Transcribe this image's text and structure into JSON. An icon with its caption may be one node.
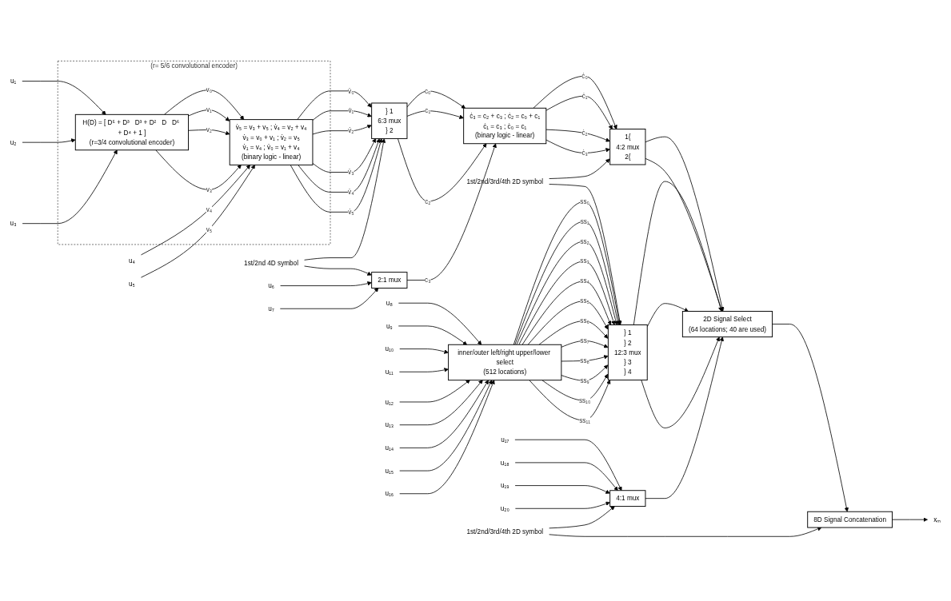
{
  "diagram": {
    "nodes": [
      {
        "text": [
          "(r= 5/6 convolutional encoder)"
        ]
      },
      {
        "text": [
          "H(D) = [ D⁵ + D³   D³ + D²   D   D⁶ + D⁴ + 1 ]",
          "(r=3/4 convolutional encoder)"
        ],
        "in": 0
      },
      {
        "text": [
          "v̇₅ = v₃ + v₅ ; v̇₄ = v₂ + v₄",
          "v̇₃ = v₀ + v₁ ; v̇₂ = v₅",
          "v̇₁ = v₄ ; v̇₀ = v₁ + v₄",
          "(binary logic - linear)"
        ],
        "in": 0
      },
      {
        "text": [
          "u₁"
        ]
      },
      {
        "text": [
          "u₂"
        ]
      },
      {
        "text": [
          "u₃"
        ]
      },
      {
        "text": [
          "u₄"
        ]
      },
      {
        "text": [
          "u₅"
        ]
      },
      {
        "text": [
          "} 1",
          "6:3 mux",
          "} 2"
        ]
      },
      {
        "text": [
          "1st/2nd 4D symbol"
        ]
      },
      {
        "text": [
          "2:1 mux"
        ]
      },
      {
        "text": [
          "u₆"
        ]
      },
      {
        "text": [
          "u₇"
        ]
      },
      {
        "text": [
          "ċ₃ = c₂ + c₃ ; ċ₂ = c₀ + c₁",
          "ċ₁ = c₃ ; ċ₀ = c₁",
          "(binary logic - linear)"
        ]
      },
      {
        "text": [
          "1{",
          "4:2 mux",
          "2{"
        ]
      },
      {
        "text": [
          "1st/2nd/3rd/4th 2D symbol"
        ]
      },
      {
        "text": [
          "inner/outer left/right upper/lower select",
          "(512 locations)"
        ]
      },
      {
        "text": [
          "u₈"
        ]
      },
      {
        "text": [
          "u₉"
        ]
      },
      {
        "text": [
          "u₁₀"
        ]
      },
      {
        "text": [
          "u₁₁"
        ]
      },
      {
        "text": [
          "u₁₂"
        ]
      },
      {
        "text": [
          "u₁₃"
        ]
      },
      {
        "text": [
          "u₁₄"
        ]
      },
      {
        "text": [
          "u₁₅"
        ]
      },
      {
        "text": [
          "u₁₆"
        ]
      },
      {
        "text": [
          "} 1",
          "} 2",
          "12:3 mux",
          "} 3",
          "} 4"
        ]
      },
      {
        "text": [
          "2D Signal Select",
          "(64 locations; 40 are used)"
        ]
      },
      {
        "text": [
          "4:1 mux"
        ]
      },
      {
        "text": [
          "u₁₇"
        ]
      },
      {
        "text": [
          "u₁₈"
        ]
      },
      {
        "text": [
          "u₁₉"
        ]
      },
      {
        "text": [
          "u₂₀"
        ]
      },
      {
        "text": [
          "1st/2nd/3rd/4th 2D symbol"
        ]
      },
      {
        "text": [
          "8D Signal Concatenation"
        ]
      },
      {
        "text": [
          "xₘ"
        ]
      }
    ],
    "edges": [
      {
        "from": 3,
        "to": 1,
        "arrow": "to"
      },
      {
        "from": 4,
        "to": 1,
        "arrow": "to"
      },
      {
        "from": 5,
        "to": 1,
        "arrow": "to"
      },
      {
        "from": 1,
        "to": 2,
        "label": "v₀",
        "arrow": "to"
      },
      {
        "from": 1,
        "to": 2,
        "label": "v₁",
        "arrow": "to"
      },
      {
        "from": 1,
        "to": 2,
        "label": "v₂",
        "arrow": "to"
      },
      {
        "from": 1,
        "to": 2,
        "label": "v₃",
        "arrow": "to"
      },
      {
        "from": 6,
        "to": 2,
        "label": "v₄",
        "arrow": "to"
      },
      {
        "from": 7,
        "to": 2,
        "label": "v₅",
        "arrow": "to"
      },
      {
        "from": 2,
        "to": 8,
        "label": "v̇₀",
        "arrow": "to"
      },
      {
        "from": 2,
        "to": 8,
        "label": "v̇₁",
        "arrow": "to"
      },
      {
        "from": 2,
        "to": 8,
        "label": "v̇₂",
        "arrow": "to"
      },
      {
        "from": 2,
        "to": 8,
        "label": "v̇₃",
        "arrow": "to"
      },
      {
        "from": 2,
        "to": 8,
        "label": "v̇₄",
        "arrow": "to"
      },
      {
        "from": 2,
        "to": 8,
        "label": "v̇₅",
        "arrow": "to"
      },
      {
        "from": 9,
        "to": 8,
        "arrow": "to"
      },
      {
        "from": 9,
        "to": 10,
        "arrow": "to"
      },
      {
        "from": 11,
        "to": 10,
        "arrow": "to"
      },
      {
        "from": 12,
        "to": 10,
        "arrow": "to"
      },
      {
        "from": 8,
        "to": 13,
        "label": "c₀",
        "arrow": "to"
      },
      {
        "from": 8,
        "to": 13,
        "label": "c₁",
        "arrow": "to"
      },
      {
        "from": 8,
        "to": 13,
        "label": "c₂",
        "arrow": "to"
      },
      {
        "from": 10,
        "to": 13,
        "label": "c₃",
        "arrow": "to"
      },
      {
        "from": 13,
        "to": 14,
        "label": "ċ₀",
        "arrow": "to"
      },
      {
        "from": 13,
        "to": 14,
        "label": "ċ₁",
        "arrow": "to"
      },
      {
        "from": 13,
        "to": 14,
        "label": "ċ₂",
        "arrow": "to"
      },
      {
        "from": 13,
        "to": 14,
        "label": "ċ₃",
        "arrow": "to"
      },
      {
        "from": 15,
        "to": 14,
        "arrow": "to"
      },
      {
        "from": 15,
        "to": 26,
        "arrow": "to"
      },
      {
        "from": 17,
        "to": 16,
        "arrow": "to"
      },
      {
        "from": 18,
        "to": 16,
        "arrow": "to"
      },
      {
        "from": 19,
        "to": 16,
        "arrow": "to"
      },
      {
        "from": 20,
        "to": 16,
        "arrow": "to"
      },
      {
        "from": 21,
        "to": 16,
        "arrow": "to"
      },
      {
        "from": 22,
        "to": 16,
        "arrow": "to"
      },
      {
        "from": 23,
        "to": 16,
        "arrow": "to"
      },
      {
        "from": 24,
        "to": 16,
        "arrow": "to"
      },
      {
        "from": 25,
        "to": 16,
        "arrow": "to"
      },
      {
        "from": 16,
        "to": 26,
        "label": "ss₀",
        "arrow": "to"
      },
      {
        "from": 16,
        "to": 26,
        "label": "ss₁",
        "arrow": "to"
      },
      {
        "from": 16,
        "to": 26,
        "label": "ss₂",
        "arrow": "to"
      },
      {
        "from": 16,
        "to": 26,
        "label": "ss₃",
        "arrow": "to"
      },
      {
        "from": 16,
        "to": 26,
        "label": "ss₄",
        "arrow": "to"
      },
      {
        "from": 16,
        "to": 26,
        "label": "ss₅",
        "arrow": "to"
      },
      {
        "from": 16,
        "to": 26,
        "label": "ss₆",
        "arrow": "to"
      },
      {
        "from": 16,
        "to": 26,
        "label": "ss₇",
        "arrow": "to"
      },
      {
        "from": 16,
        "to": 26,
        "label": "ss₈",
        "arrow": "to"
      },
      {
        "from": 16,
        "to": 26,
        "label": "ss₉",
        "arrow": "to"
      },
      {
        "from": 16,
        "to": 26,
        "label": "ss₁₀",
        "arrow": "to"
      },
      {
        "from": 16,
        "to": 26,
        "label": "ss₁₁",
        "arrow": "to"
      },
      {
        "from": 26,
        "to": 27,
        "arrow": "to"
      },
      {
        "from": 26,
        "to": 27,
        "arrow": "to"
      },
      {
        "from": 26,
        "to": 27,
        "arrow": "to"
      },
      {
        "from": 14,
        "to": 27,
        "arrow": "to"
      },
      {
        "from": 14,
        "to": 27,
        "arrow": "to"
      },
      {
        "from": 28,
        "to": 27,
        "arrow": "to"
      },
      {
        "from": 29,
        "to": 28,
        "arrow": "to"
      },
      {
        "from": 30,
        "to": 28,
        "arrow": "to"
      },
      {
        "from": 31,
        "to": 28,
        "arrow": "to"
      },
      {
        "from": 32,
        "to": 28,
        "arrow": "to"
      },
      {
        "from": 33,
        "to": 28,
        "arrow": "to"
      },
      {
        "from": 33,
        "to": 34,
        "arrow": "to"
      },
      {
        "from": 27,
        "to": 34,
        "arrow": "to"
      },
      {
        "from": 34,
        "to": 35,
        "arrow": "to"
      }
    ]
  }
}
